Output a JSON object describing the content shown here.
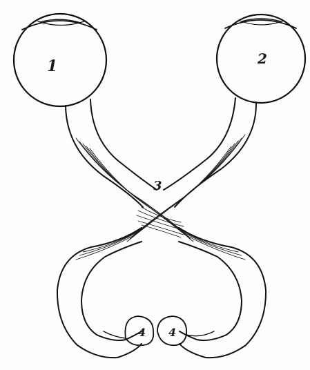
{
  "labels": {
    "eye_left": "1",
    "eye_right": "2",
    "chiasm": "3",
    "body_left": "4",
    "body_right": "4"
  },
  "colors": {
    "ink": "#111111",
    "paper": "#fdfdfc"
  }
}
